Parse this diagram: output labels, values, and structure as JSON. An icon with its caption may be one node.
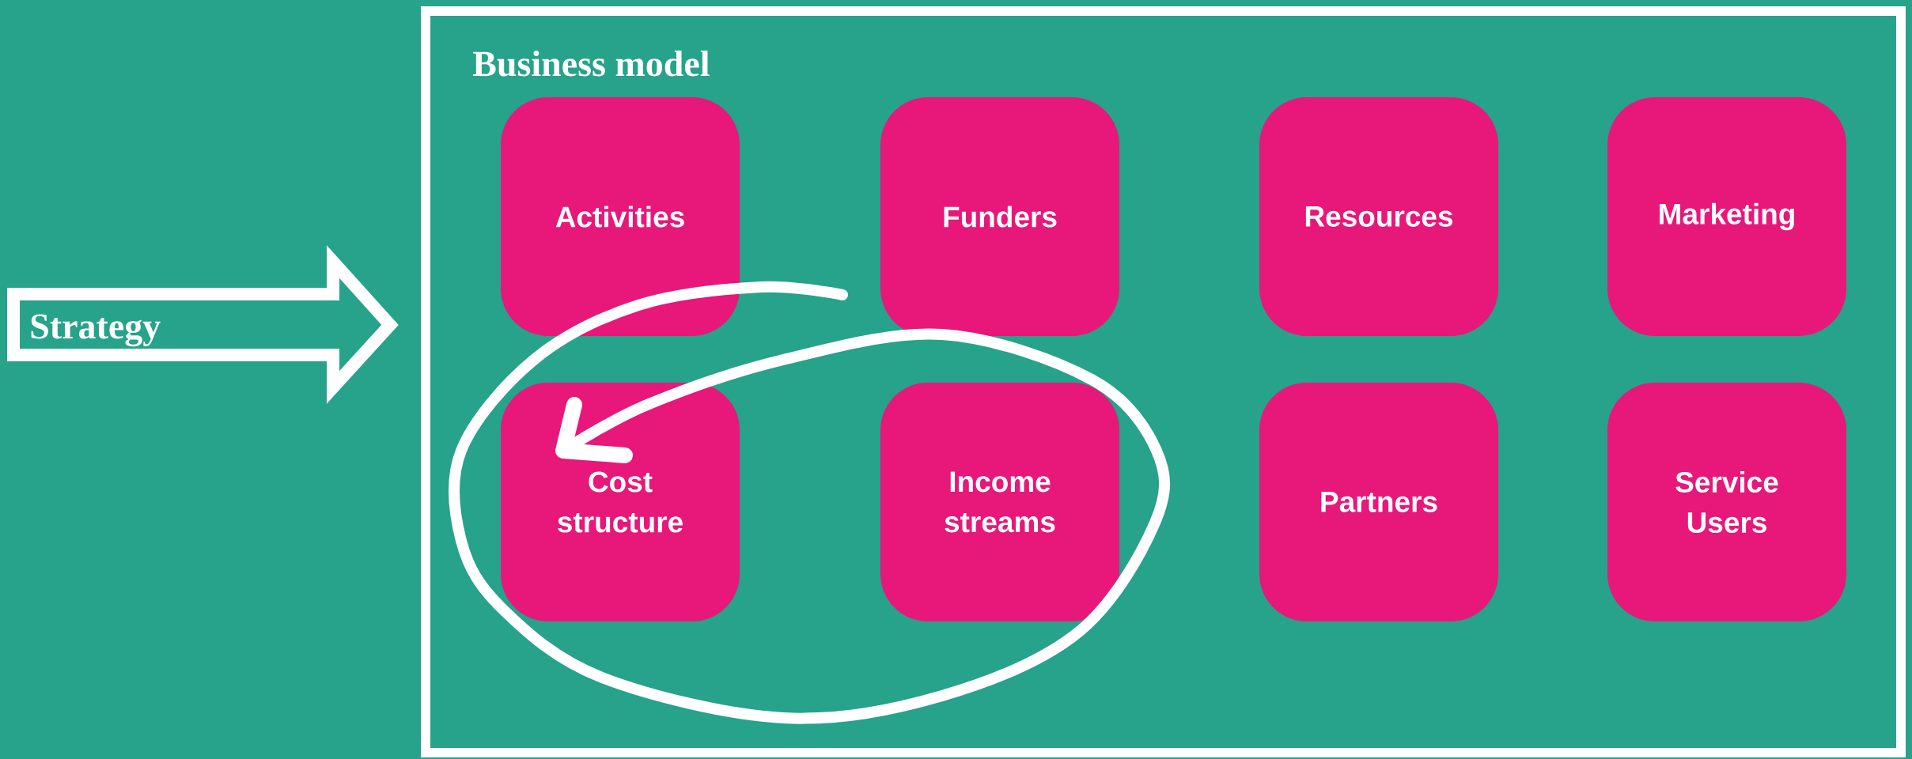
{
  "diagram": {
    "nodes": [
      {
        "text": [
          "Strategy"
        ]
      },
      {
        "text": [
          "Business model"
        ]
      },
      {
        "text": [
          "Activities"
        ],
        "in": 1
      },
      {
        "text": [
          "Funders"
        ],
        "in": 1
      },
      {
        "text": [
          "Resources"
        ],
        "in": 1
      },
      {
        "text": [
          "Marketing"
        ],
        "in": 1
      },
      {
        "text": [
          "Cost structure"
        ],
        "in": 1
      },
      {
        "text": [
          "Income streams"
        ],
        "in": 1
      },
      {
        "text": [
          "Partners"
        ],
        "in": 1
      },
      {
        "text": [
          "Service Users"
        ],
        "in": 1
      }
    ]
  }
}
